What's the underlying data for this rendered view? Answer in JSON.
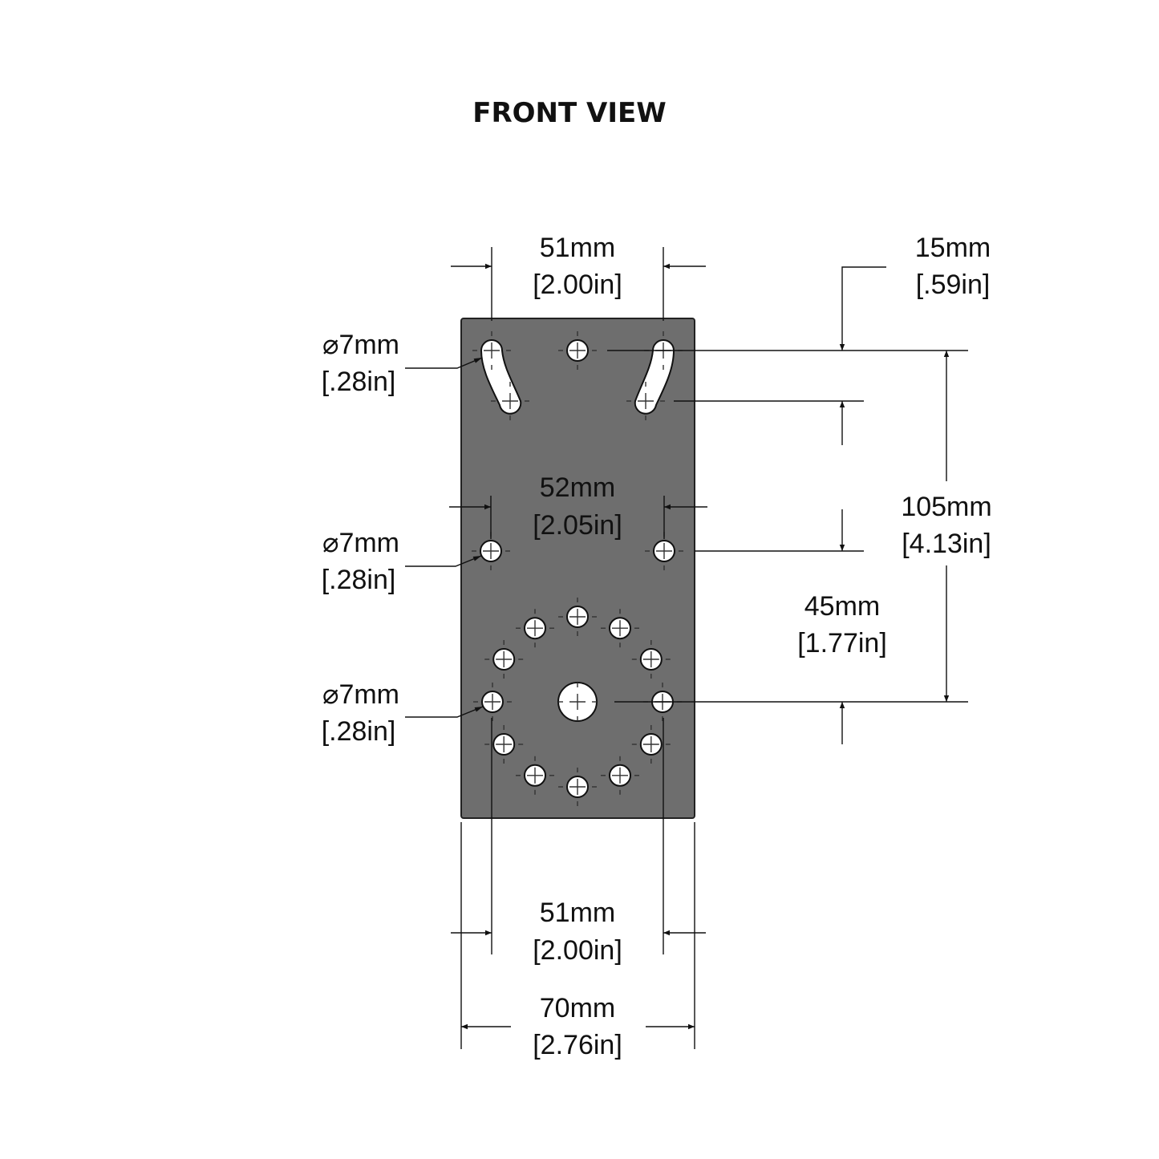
{
  "title": "FRONT VIEW",
  "colors": {
    "plate": "#6e6e6e",
    "line": "#111111"
  },
  "dimensions": {
    "top_hole_spacing": {
      "mm": "51mm",
      "in": "[2.00in]"
    },
    "top_offset": {
      "mm": "15mm",
      "in": "[.59in]"
    },
    "middle_hole_spacing": {
      "mm": "52mm",
      "in": "[2.05in]"
    },
    "overall_vertical": {
      "mm": "105mm",
      "in": "[4.13in]"
    },
    "middle_to_center": {
      "mm": "45mm",
      "in": "[1.77in]"
    },
    "bottom_hole_spacing": {
      "mm": "51mm",
      "in": "[2.00in]"
    },
    "plate_width": {
      "mm": "70mm",
      "in": "[2.76in]"
    }
  },
  "hole_callouts": [
    {
      "mm": "⌀7mm",
      "in": "[.28in]"
    },
    {
      "mm": "⌀7mm",
      "in": "[.28in]"
    },
    {
      "mm": "⌀7mm",
      "in": "[.28in]"
    }
  ],
  "bolt_circle_hole_count": 12
}
